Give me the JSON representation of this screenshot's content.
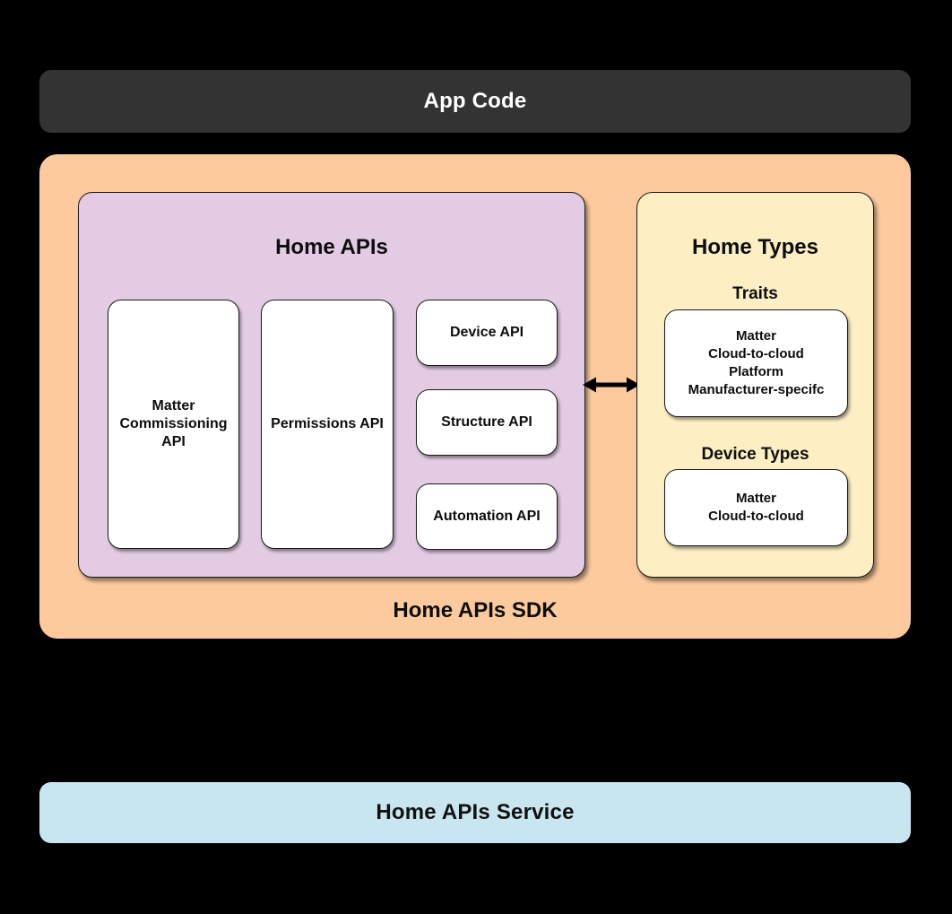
{
  "app_code": {
    "label": "App Code"
  },
  "sdk": {
    "label": "Home APIs SDK",
    "home_apis": {
      "title": "Home APIs",
      "tall_boxes": [
        {
          "label": "Matter\nCommissioning\nAPI"
        },
        {
          "label": "Permissions API"
        }
      ],
      "stacked_boxes": [
        {
          "label": "Device API"
        },
        {
          "label": "Structure API"
        },
        {
          "label": "Automation API"
        }
      ]
    },
    "home_types": {
      "title": "Home Types",
      "traits_label": "Traits",
      "traits_items": "Matter\nCloud-to-cloud\nPlatform\nManufacturer-specifc",
      "device_types_label": "Device Types",
      "device_types_items": "Matter\nCloud-to-cloud"
    },
    "arrow": {
      "name": "bidirectional-arrow"
    }
  },
  "service": {
    "label": "Home APIs Service"
  },
  "colors": {
    "background": "#000000",
    "app_code_bar": "#333333",
    "sdk_container": "#fcca9d",
    "home_apis_box": "#e3cce3",
    "home_types_box": "#fdefc3",
    "service_bar": "#c8e6ef",
    "inner_box": "#ffffff",
    "text_dark": "#0e0e0e",
    "text_light": "#ffffff"
  }
}
